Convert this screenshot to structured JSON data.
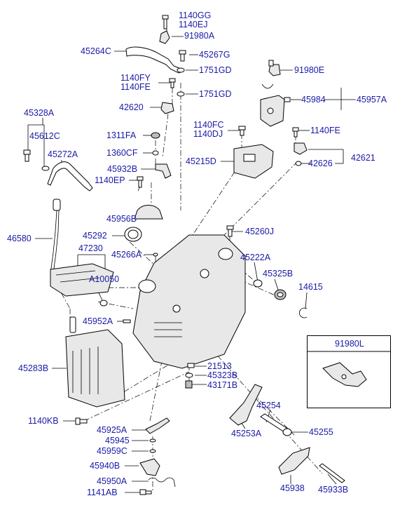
{
  "labels": {
    "l1140GG": "1140GG",
    "l1140EJ": "1140EJ",
    "l91980A": "91980A",
    "l45264C": "45264C",
    "l45267G": "45267G",
    "l1751GD_1": "1751GD",
    "l91980E": "91980E",
    "l1140FY": "1140FY",
    "l1140FE_1": "1140FE",
    "l1751GD_2": "1751GD",
    "l45984": "45984",
    "l45957A": "45957A",
    "l42620": "42620",
    "l45328A": "45328A",
    "l45612C": "45612C",
    "l1140FC": "1140FC",
    "l1140DJ": "1140DJ",
    "l1140FE_2": "1140FE",
    "l1311FA": "1311FA",
    "l45272A": "45272A",
    "l1360CF": "1360CF",
    "l45215D": "45215D",
    "l42621": "42621",
    "l42626": "42626",
    "l45932B": "45932B",
    "l1140EP": "1140EP",
    "l46580": "46580",
    "l45956B": "45956B",
    "l45260J": "45260J",
    "l45292": "45292",
    "l47230": "47230",
    "l45266A": "45266A",
    "l45222A": "45222A",
    "l45325B": "45325B",
    "lA10050": "A10050",
    "l14615": "14615",
    "l45952A": "45952A",
    "l91980L": "91980L",
    "l45283B": "45283B",
    "l21513": "21513",
    "l45323B": "45323B",
    "l43171B": "43171B",
    "l1140KB": "1140KB",
    "l45254": "45254",
    "l45925A": "45925A",
    "l45945": "45945",
    "l45255": "45255",
    "l45253A": "45253A",
    "l45959C": "45959C",
    "l45940B": "45940B",
    "l45950A": "45950A",
    "l45938": "45938",
    "l45933B": "45933B",
    "l1141AB": "1141AB"
  },
  "colors": {
    "label": "#1a1aa8",
    "line": "#000000",
    "background": "#ffffff"
  }
}
